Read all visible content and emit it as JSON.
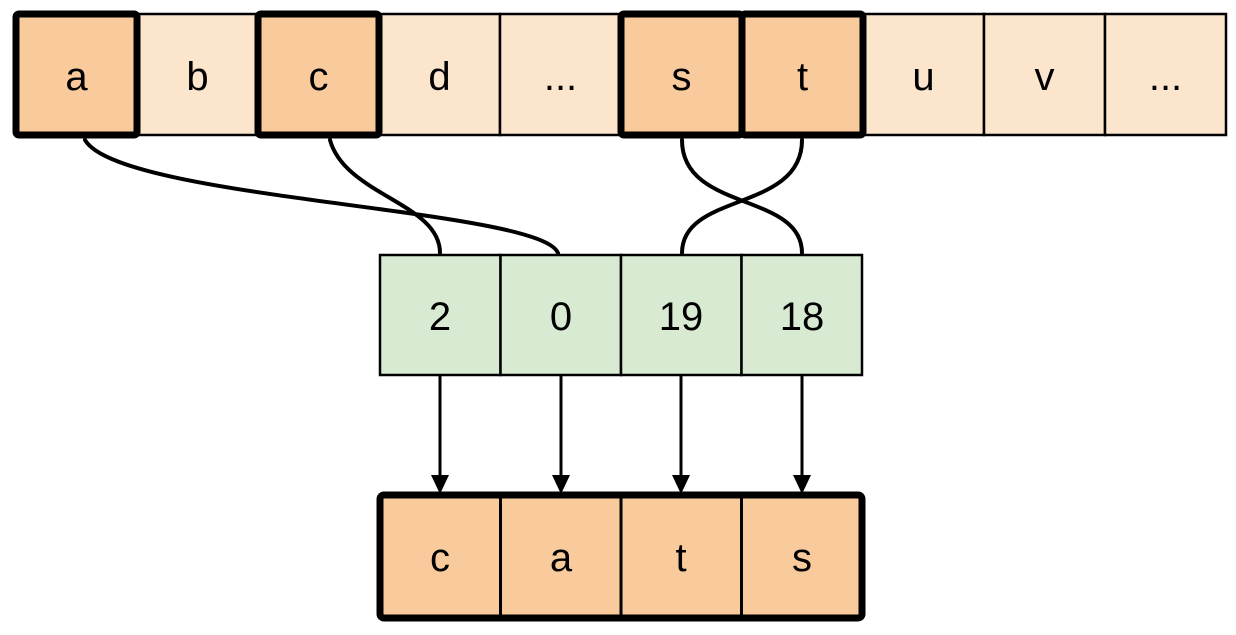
{
  "colors": {
    "cell_light": "#fce5cd",
    "cell_highlight": "#f9cb9c",
    "cell_index": "#d9ead3",
    "stroke": "#000000"
  },
  "alphabet_array": {
    "cells": [
      {
        "label": "a",
        "highlighted": true
      },
      {
        "label": "b",
        "highlighted": false
      },
      {
        "label": "c",
        "highlighted": true
      },
      {
        "label": "d",
        "highlighted": false
      },
      {
        "label": "...",
        "highlighted": false
      },
      {
        "label": "s",
        "highlighted": true
      },
      {
        "label": "t",
        "highlighted": true
      },
      {
        "label": "u",
        "highlighted": false
      },
      {
        "label": "v",
        "highlighted": false
      },
      {
        "label": "...",
        "highlighted": false
      }
    ]
  },
  "index_array": {
    "values": [
      "2",
      "0",
      "19",
      "18"
    ]
  },
  "result_array": {
    "letters": [
      "c",
      "a",
      "t",
      "s"
    ]
  },
  "connections": [
    {
      "from_letter": "a",
      "to_index": "0"
    },
    {
      "from_letter": "c",
      "to_index": "2"
    },
    {
      "from_letter": "s",
      "to_index": "18"
    },
    {
      "from_letter": "t",
      "to_index": "19"
    }
  ]
}
